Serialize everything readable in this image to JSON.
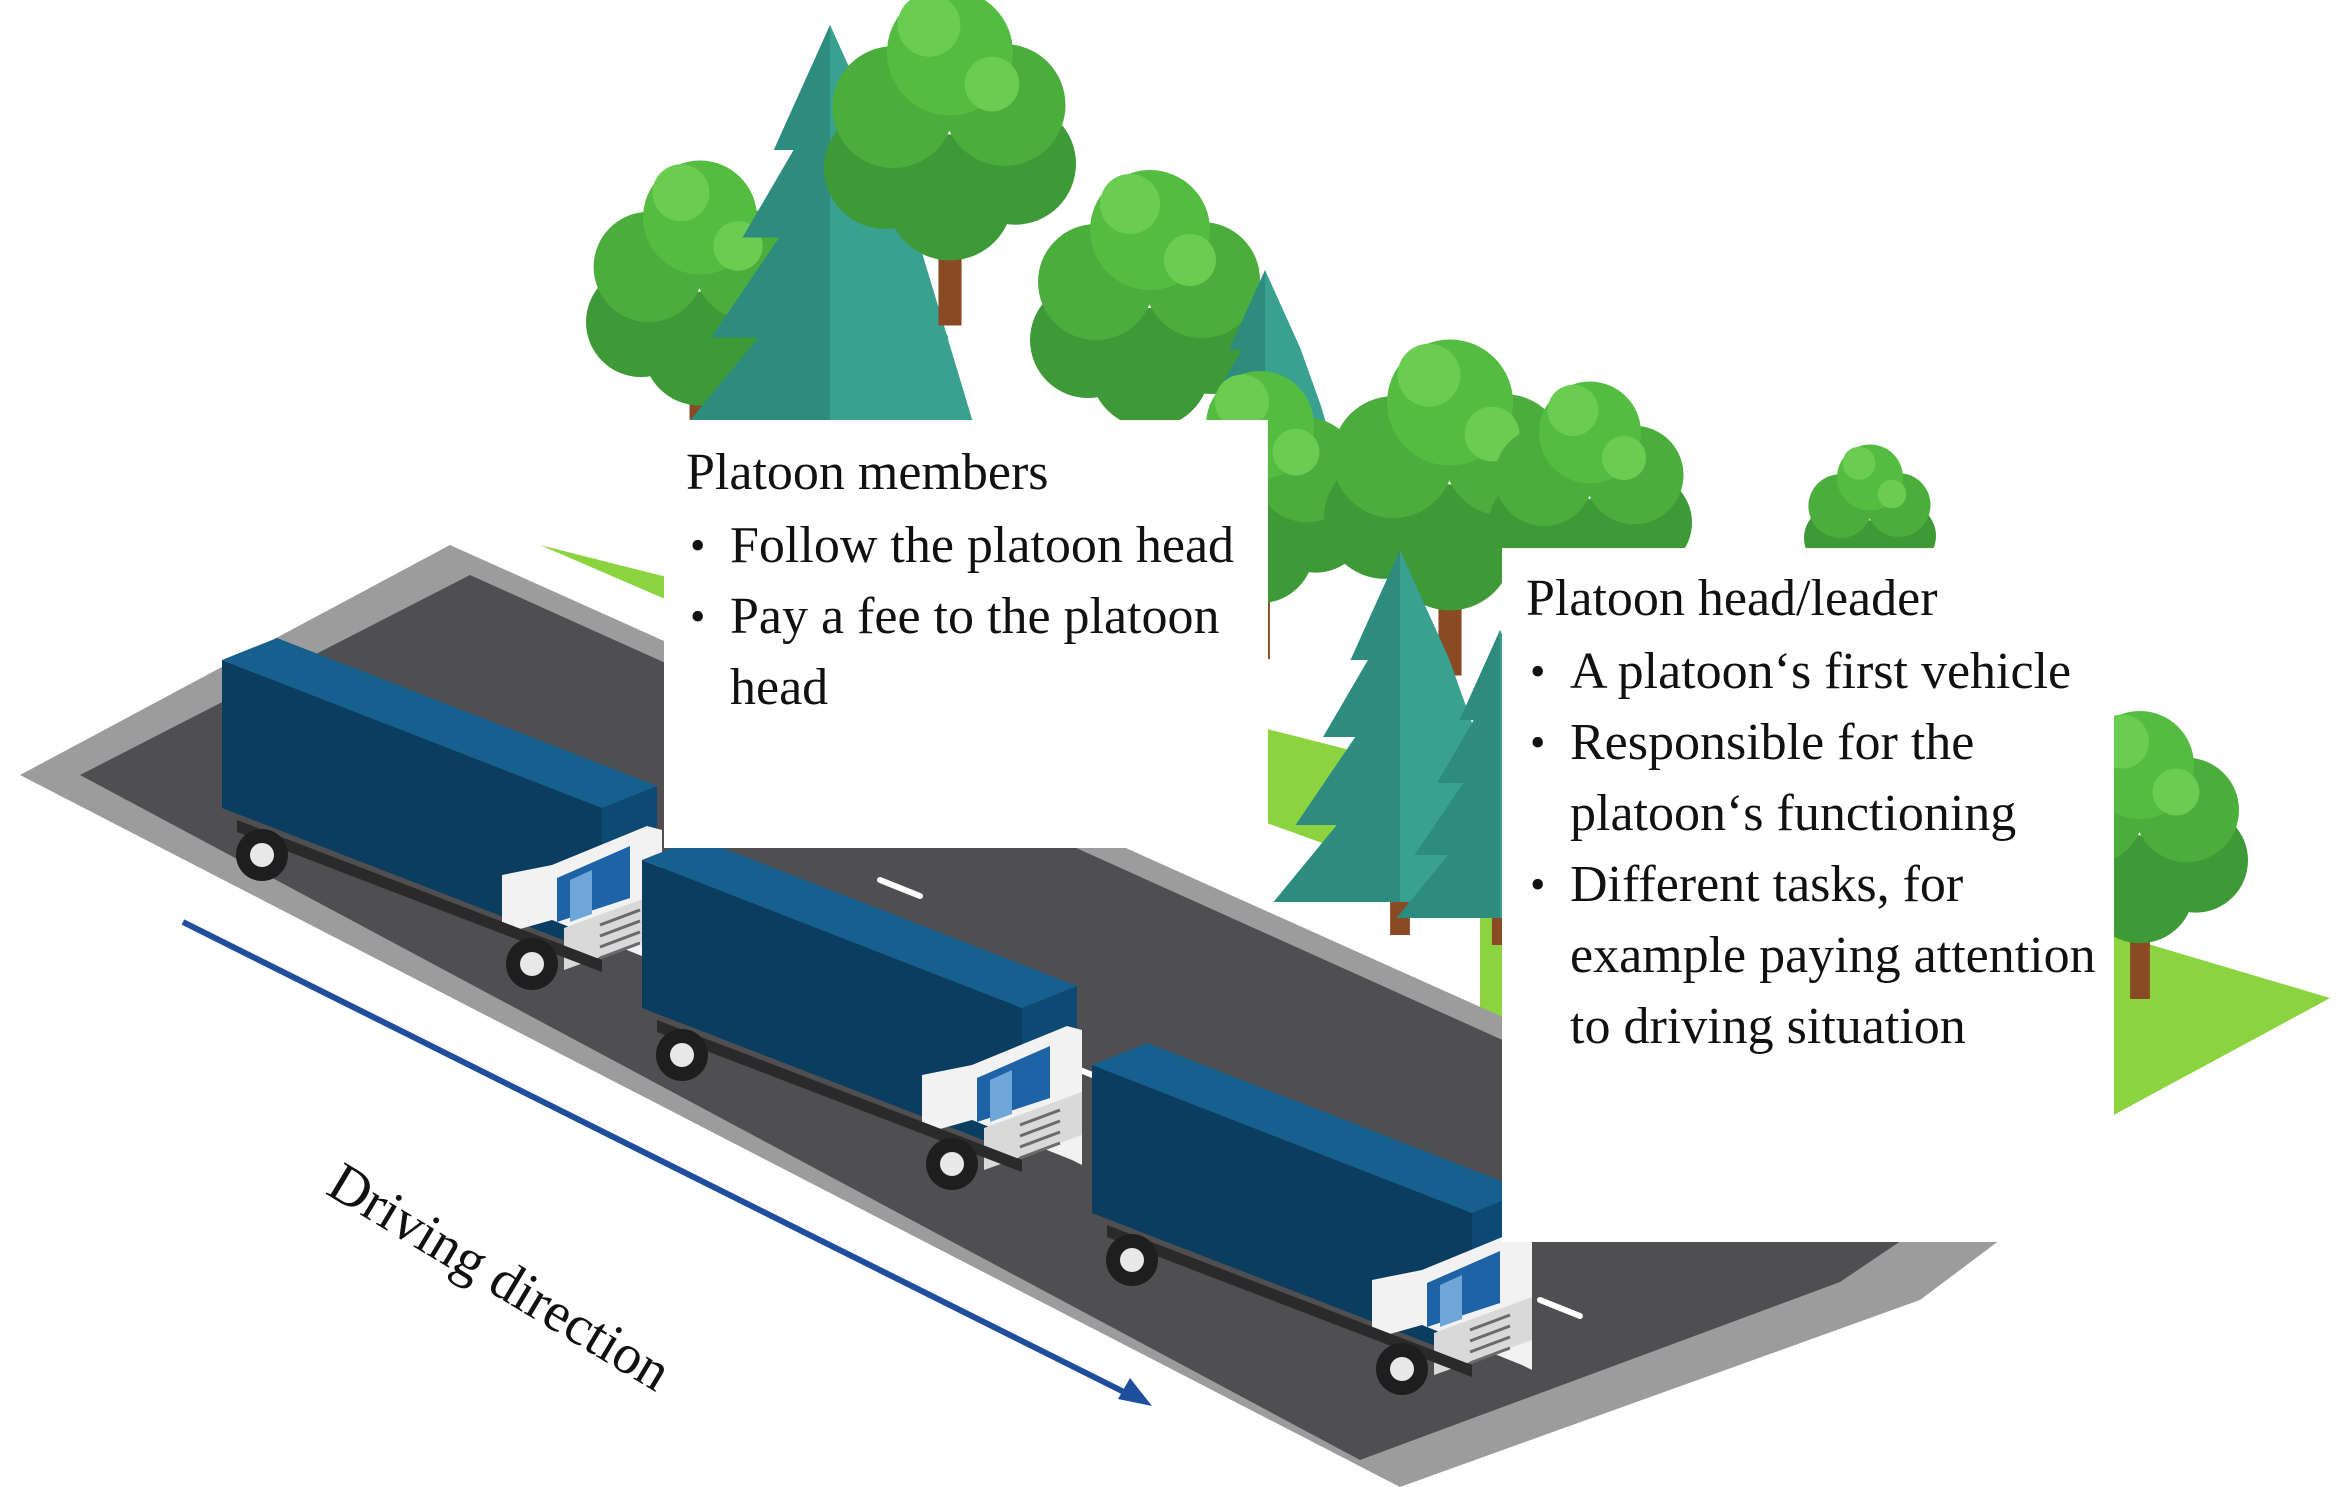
{
  "platoon_members": {
    "title": "Platoon members",
    "items": [
      {
        "text": "Follow the platoon head"
      },
      {
        "text": "Pay a fee to the platoon head"
      }
    ]
  },
  "platoon_head": {
    "title": "Platoon head/leader",
    "items": [
      {
        "text": "A platoon‘s first vehicle"
      },
      {
        "text": "Responsible for the platoon‘s functioning"
      },
      {
        "text": "Different tasks, for example paying attention to driving situation"
      }
    ]
  },
  "driving_direction": {
    "label": "Driving direction"
  },
  "colors": {
    "grass": "#8BD33F",
    "asphalt": "#4F4F51",
    "road_shoulder": "#9C9C9C",
    "truck_box": "#0E4F7A",
    "tree_green": "#45A83A",
    "pine_teal": "#2E8C7E",
    "arrow": "#1F4E9C"
  }
}
